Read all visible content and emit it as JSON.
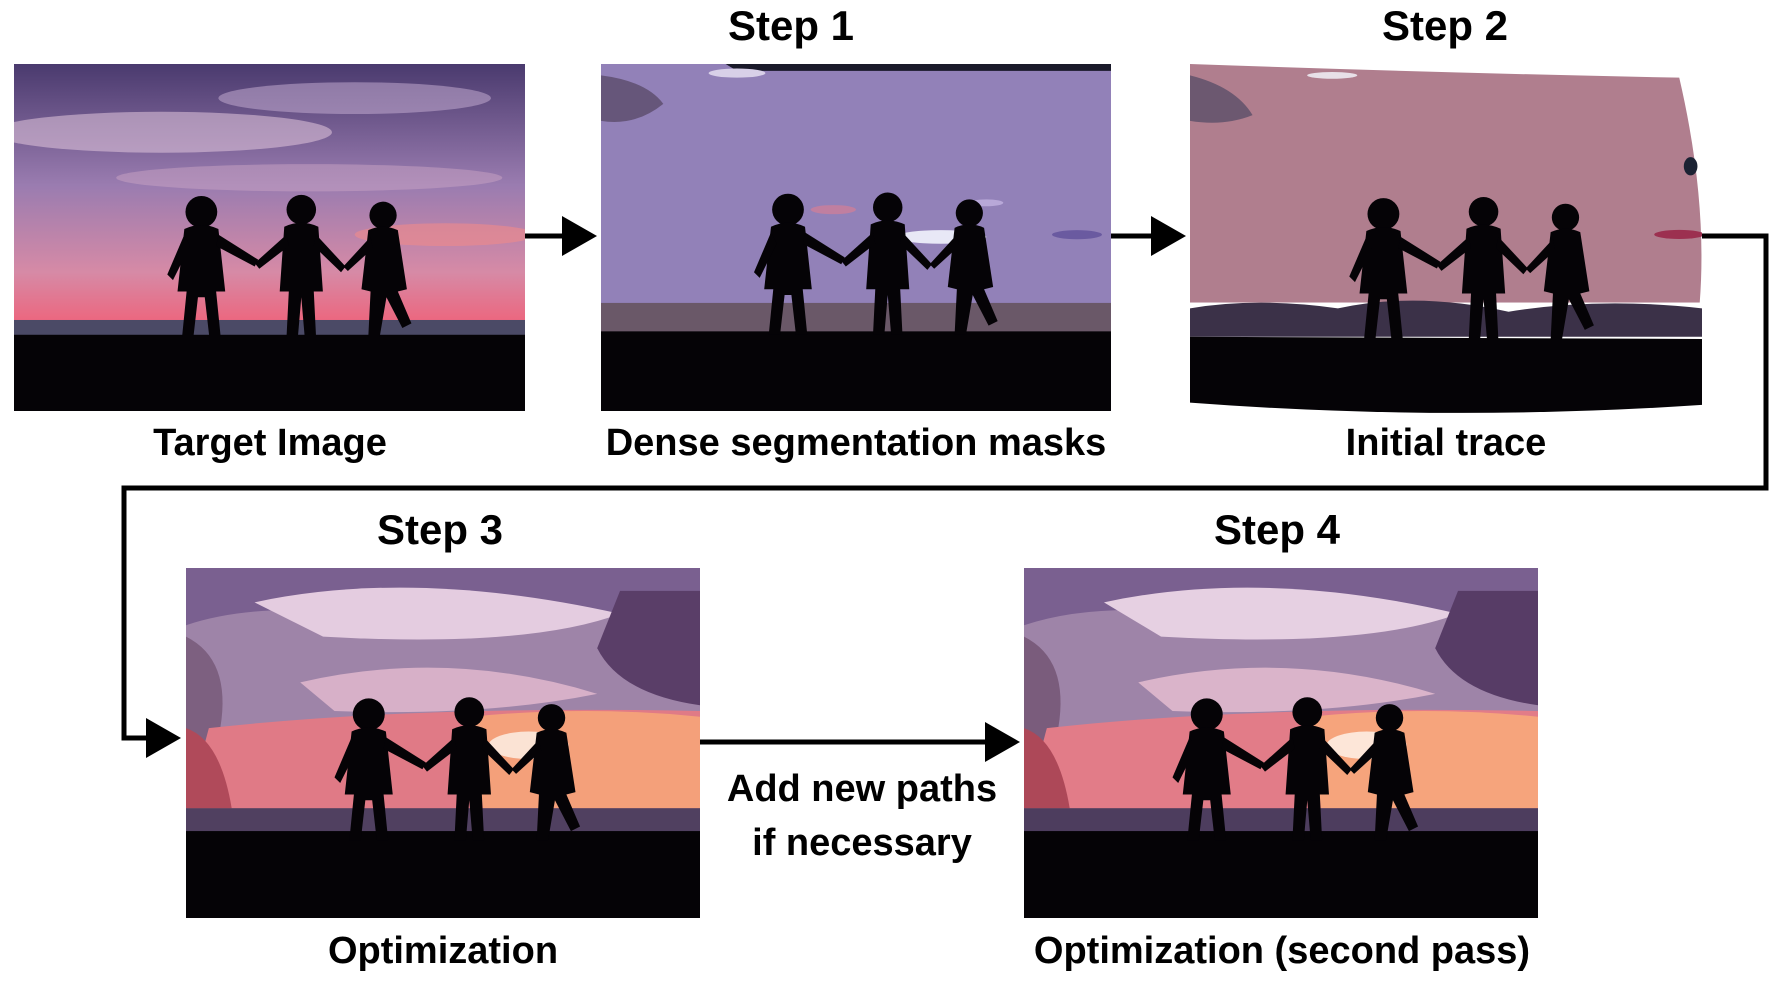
{
  "colors": {
    "arrow": "#000000",
    "silhouette": "#050306",
    "sky_target_top": "#5b4a7a",
    "sky_target_glow": "#f4677a",
    "step1_sky": "#9180b8",
    "step2_sky": "#b07e8e",
    "step3_sky": "#9e84a8",
    "step3_glow": "#f07f72"
  },
  "panels": {
    "target": {
      "caption": "Target Image"
    },
    "step1": {
      "title": "Step 1",
      "caption": "Dense segmentation masks"
    },
    "step2": {
      "title": "Step 2",
      "caption": "Initial trace"
    },
    "step3": {
      "title": "Step 3",
      "caption": "Optimization"
    },
    "step4": {
      "title": "Step 4",
      "caption": "Optimization (second pass)"
    }
  },
  "transition_label": {
    "line1": "Add new paths",
    "line2": "if necessary"
  }
}
